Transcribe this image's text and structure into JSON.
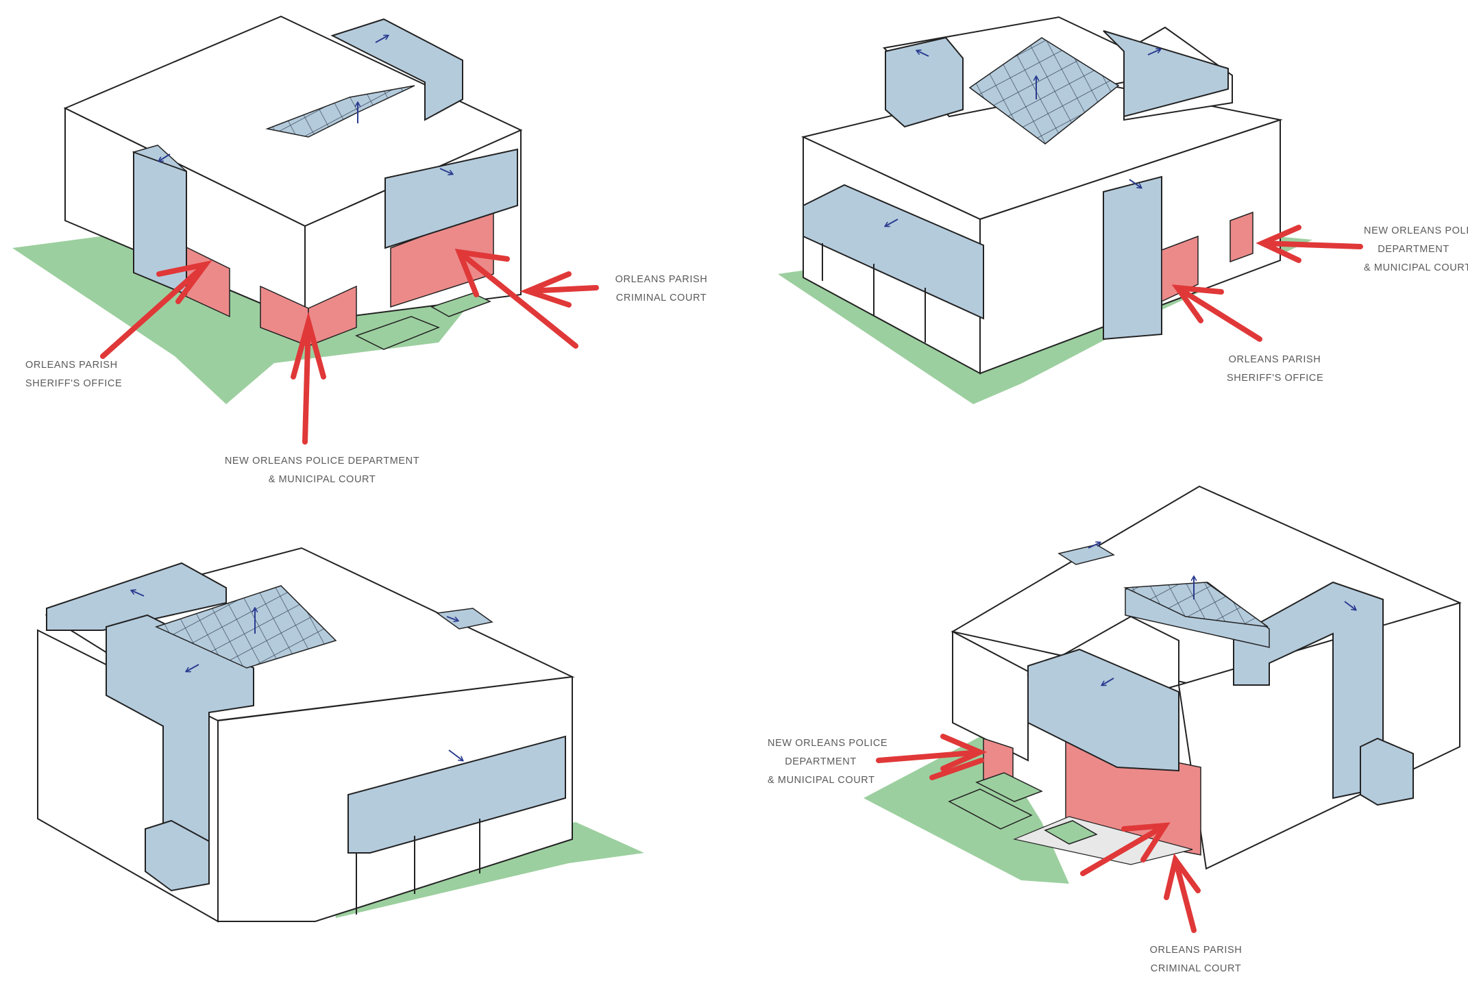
{
  "colors": {
    "ground": "#9ccf9f",
    "circulation": "#b4cbdc",
    "entry": "#ec8a8a",
    "arrow": "#e03838",
    "flow_arrow": "#2a3b8f",
    "massing": "#ffffff",
    "outline": "#222222",
    "label_text": "#5a5a5a"
  },
  "diagrams": [
    {
      "view": "view-1",
      "labels": {
        "sheriff": [
          "ORLEANS PARISH",
          "SHERIFF'S OFFICE"
        ],
        "nopd": [
          "NEW ORLEANS POLICE DEPARTMENT",
          "& MUNICIPAL COURT"
        ],
        "criminal_court": [
          "ORLEANS PARISH",
          "CRIMINAL COURT"
        ]
      }
    },
    {
      "view": "view-2",
      "labels": {
        "nopd": [
          "NEW ORLEANS POLICE",
          "DEPARTMENT",
          "& MUNICIPAL COURT"
        ],
        "sheriff": [
          "ORLEANS PARISH",
          "SHERIFF'S OFFICE"
        ]
      }
    },
    {
      "view": "view-3",
      "labels": {}
    },
    {
      "view": "view-4",
      "labels": {
        "nopd": [
          "NEW ORLEANS POLICE",
          "DEPARTMENT",
          "& MUNICIPAL COURT"
        ],
        "criminal_court": [
          "ORLEANS PARISH",
          "CRIMINAL COURT"
        ]
      }
    }
  ]
}
